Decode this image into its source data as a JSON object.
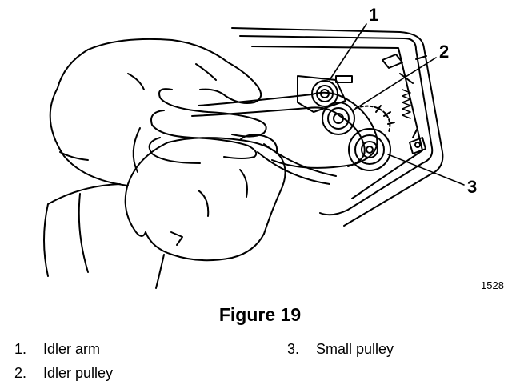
{
  "figure": {
    "callouts": [
      "1",
      "2",
      "3"
    ],
    "figure_id": "1528",
    "caption": "Figure 19"
  },
  "legend": [
    {
      "number": "1.",
      "label": "Idler arm"
    },
    {
      "number": "2.",
      "label": "Idler pulley"
    },
    {
      "number": "3.",
      "label": "Small pulley"
    }
  ]
}
